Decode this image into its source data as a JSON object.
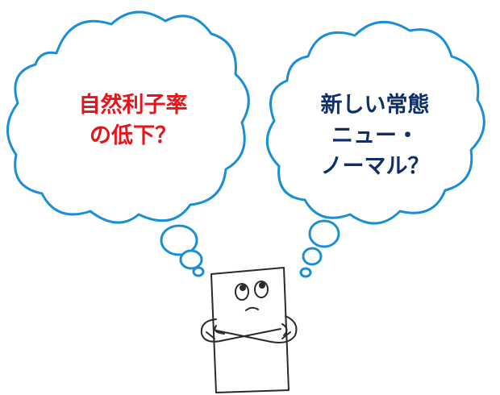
{
  "thought_left": {
    "lines": [
      "自然利子率",
      "の低下？"
    ],
    "color": "#e8141b"
  },
  "thought_right": {
    "lines": [
      "新しい常態",
      "ニュー・",
      "ノーマル？"
    ],
    "color": "#0e2f6a"
  },
  "colors": {
    "cloud_stroke": "#1b8fd6",
    "cloud_fill": "#ffffff",
    "sketch_line": "#2a2a2a"
  }
}
